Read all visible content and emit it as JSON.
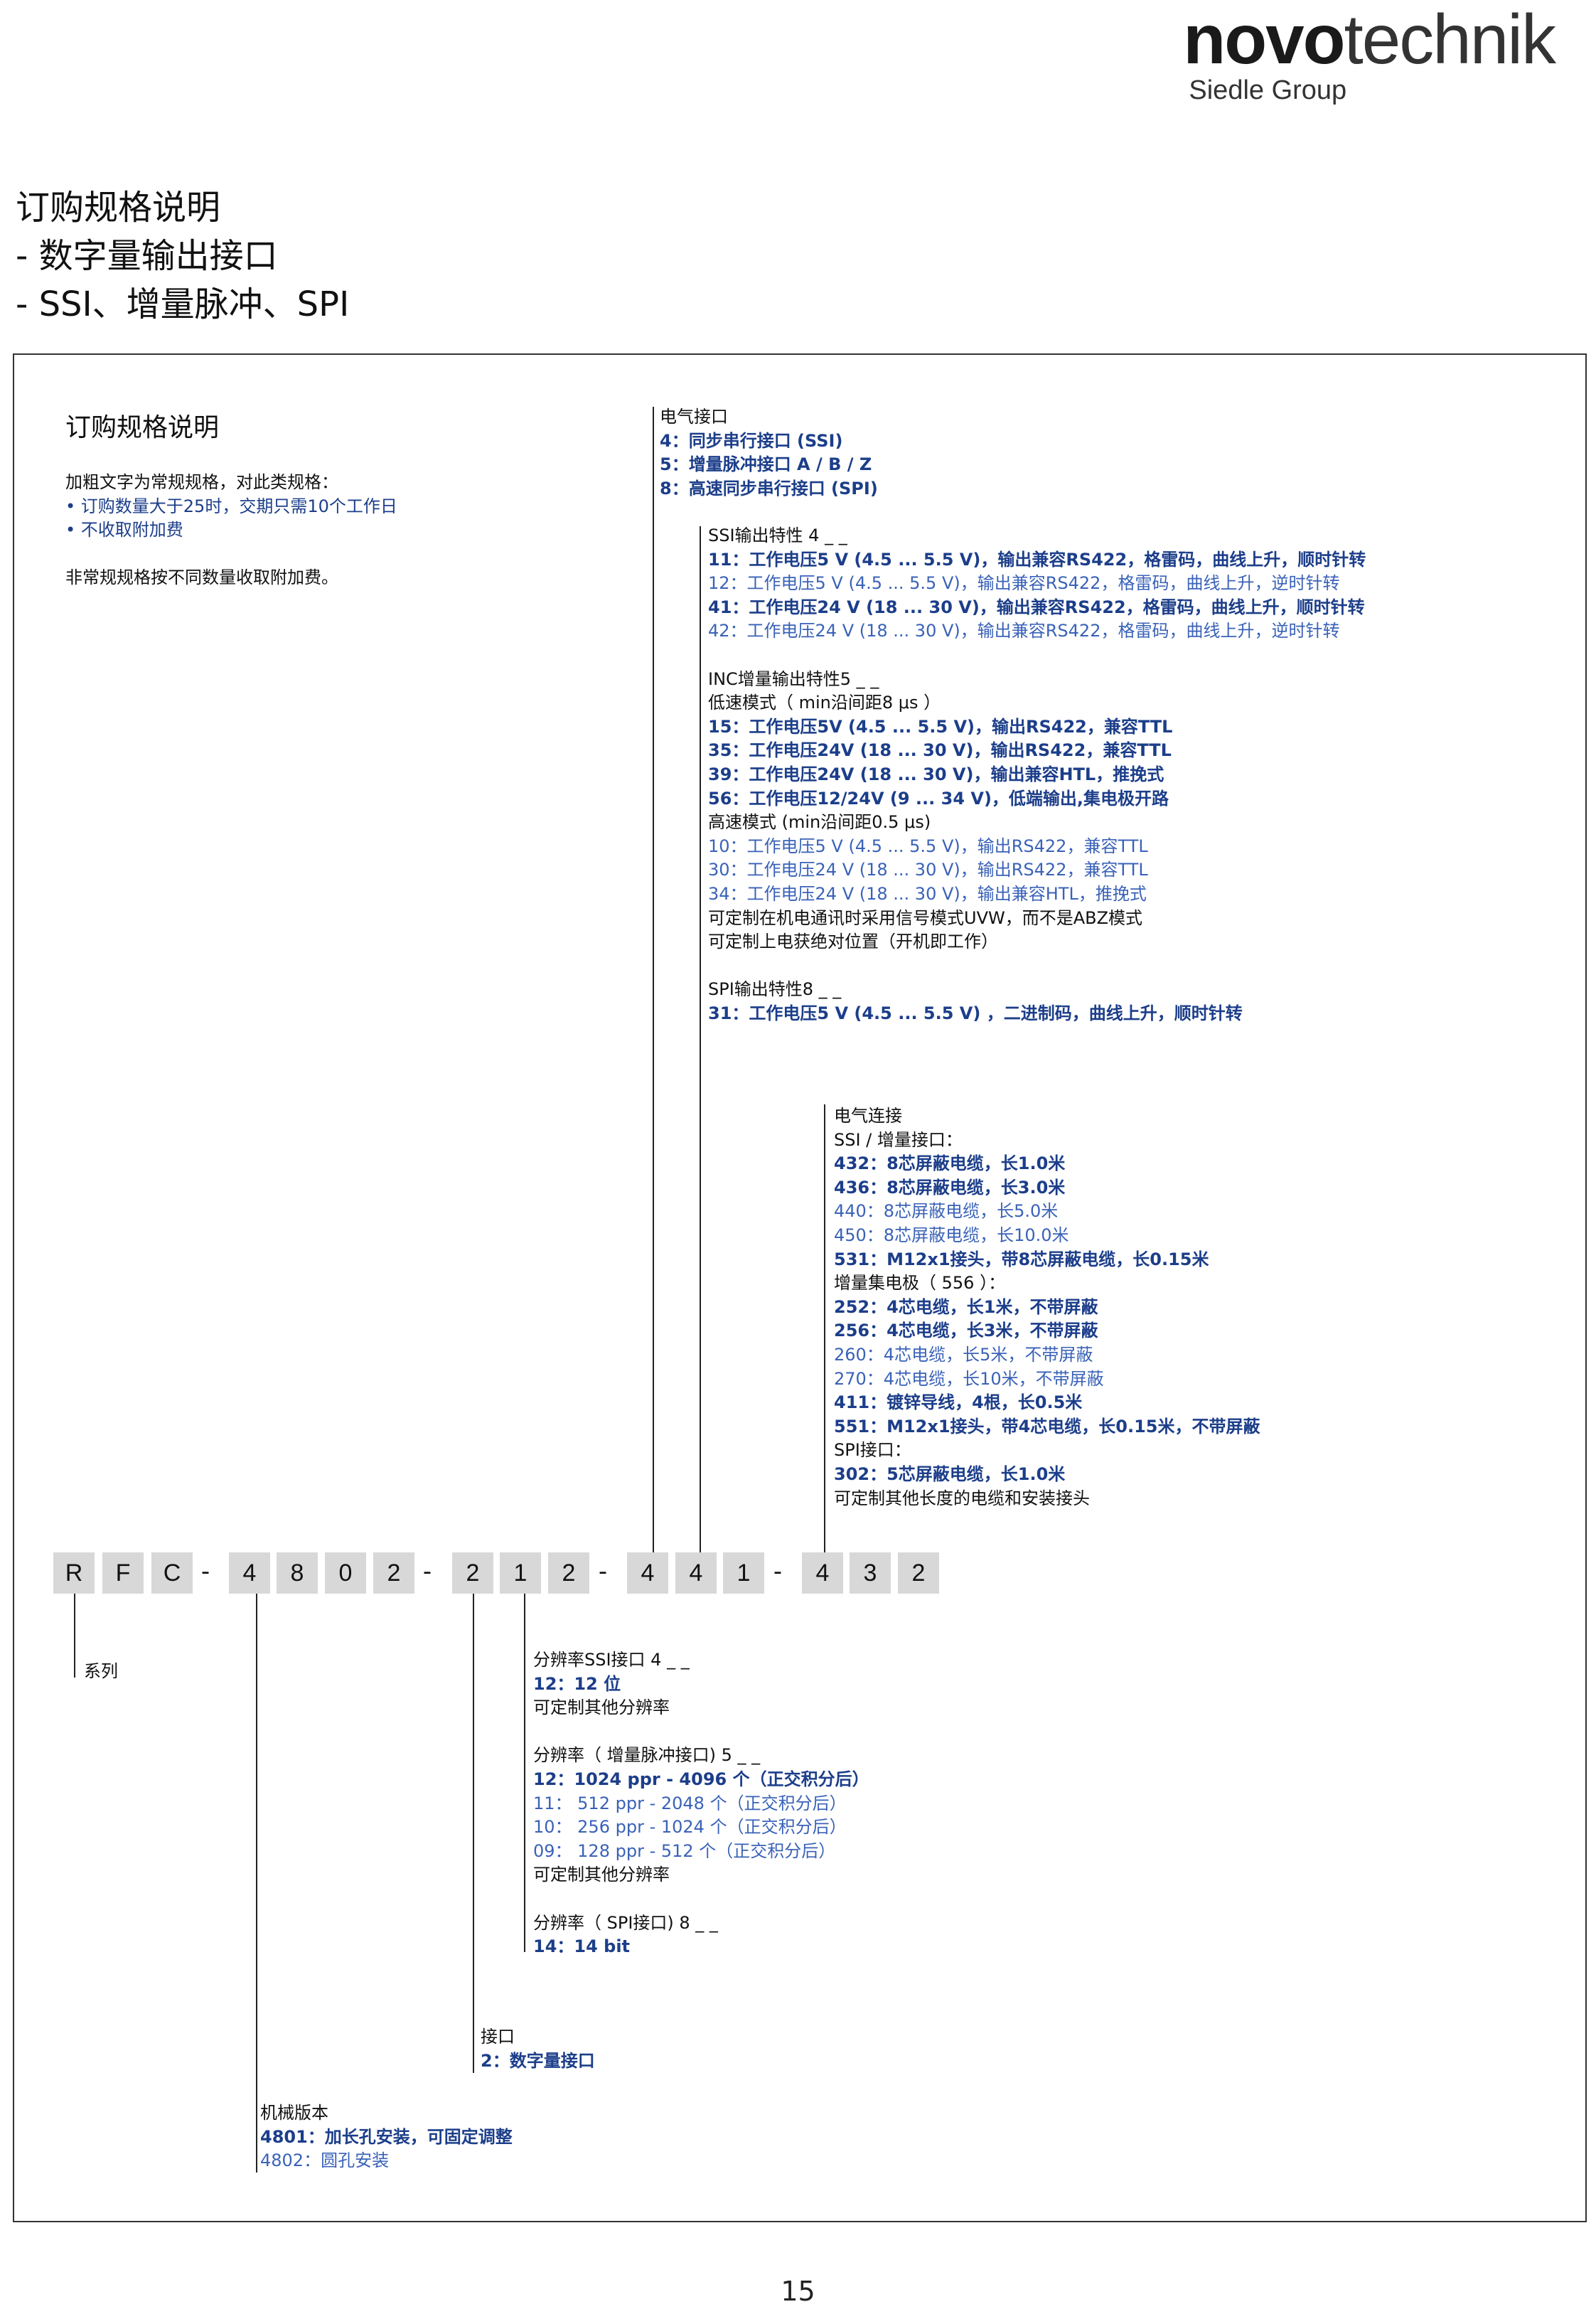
{
  "logo": {
    "bold": "novo",
    "light": "technik",
    "sub": "Siedle Group"
  },
  "page_title": [
    "订购规格说明",
    "- 数字量输出接口",
    "- SSI、增量脉冲、SPI"
  ],
  "intro": {
    "heading": "订购规格说明",
    "line1": "加粗文字为常规规格，对此类规格：",
    "bullet1": "•  订购数量大于25时，交期只需10个工作日",
    "bullet2": "•  不收取附加费",
    "line2": "非常规规格按不同数量收取附加费。"
  },
  "electrical_interface": {
    "title": "电气接口",
    "items": [
      "4：同步串行接口 (SSI)",
      "5：增量脉冲接口 A / B / Z",
      "8：高速同步串行接口 (SPI)"
    ]
  },
  "ssi_output": {
    "title": "SSI输出特性 4 _ _",
    "items": [
      "11：工作电压5 V (4.5 ... 5.5 V)，输出兼容RS422，格雷码，曲线上升，顺时针转",
      "12：工作电压5 V (4.5 ... 5.5 V)，输出兼容RS422，格雷码，曲线上升，逆时针转",
      "41：工作电压24 V (18 ... 30 V)，输出兼容RS422，格雷码，曲线上升，顺时针转",
      "42：工作电压24 V (18 ... 30 V)，输出兼容RS422，格雷码，曲线上升，逆时针转"
    ]
  },
  "inc_output": {
    "title": "INC增量输出特性5 _ _",
    "low_title": "低速模式（ min沿间距8 μs ）",
    "low_items": [
      "15：工作电压5V (4.5 ... 5.5 V)，输出RS422，兼容TTL",
      "35：工作电压24V (18 ... 30 V)，输出RS422，兼容TTL",
      "39：工作电压24V (18 ... 30 V)，输出兼容HTL，推挽式",
      "56：工作电压12/24V (9 ... 34 V)，低端输出,集电极开路"
    ],
    "high_title": "高速模式 (min沿间距0.5 μs)",
    "high_items": [
      "10：工作电压5 V (4.5 ... 5.5 V)，输出RS422，兼容TTL",
      "30：工作电压24 V (18 ... 30 V)，输出RS422，兼容TTL",
      "34：工作电压24 V (18 ... 30 V)，输出兼容HTL，推挽式"
    ],
    "note1": "可定制在机电通讯时采用信号模式UVW，而不是ABZ模式",
    "note2": "可定制上电获绝对位置（开机即工作）"
  },
  "spi_output": {
    "title": "SPI输出特性8 _ _",
    "items": [
      "31：工作电压5 V (4.5 ... 5.5 V) ，二进制码，曲线上升，顺时针转"
    ]
  },
  "electrical_connection": {
    "title": "电气连接",
    "ssi_title": "SSI / 增量接口：",
    "ssi_items": [
      "432：8芯屏蔽电缆，长1.0米",
      "436：8芯屏蔽电缆，长3.0米",
      "440：8芯屏蔽电缆，长5.0米",
      "450：8芯屏蔽电缆，长10.0米",
      "531：M12x1接头，带8芯屏蔽电缆，长0.15米"
    ],
    "oc_title": "增量集电极（ 556 ）：",
    "oc_items": [
      "252：4芯电缆，长1米，不带屏蔽",
      "256：4芯电缆，长3米，不带屏蔽",
      "260：4芯电缆，长5米，不带屏蔽",
      "270：4芯电缆，长10米，不带屏蔽",
      "411：镀锌导线，4根，长0.5米",
      "551：M12x1接头，带4芯电缆，长0.15米，不带屏蔽"
    ],
    "spi_title": "SPI接口：",
    "spi_items": [
      "302：5芯屏蔽电缆，长1.0米"
    ],
    "note": "可定制其他长度的电缆和安装接头"
  },
  "code": {
    "chars": [
      "R",
      "F",
      "C",
      "4",
      "8",
      "0",
      "2",
      "2",
      "1",
      "2",
      "4",
      "4",
      "1",
      "4",
      "3",
      "2"
    ],
    "dash": "-"
  },
  "series": {
    "label": "系列"
  },
  "resolution": {
    "ssi_title": "分辨率SSI接口 4 _ _",
    "ssi_items": [
      "12：12 位"
    ],
    "ssi_note": "可定制其他分辨率",
    "inc_title": "分辨率（ 增量脉冲接口) 5 _ _",
    "inc_items": [
      "12：1024 ppr - 4096 个（正交积分后）",
      "11：   512 ppr - 2048 个（正交积分后）",
      "10：   256 ppr - 1024 个（正交积分后）",
      "09：   128 ppr -   512 个（正交积分后）"
    ],
    "inc_note": "可定制其他分辨率",
    "spi_title": "分辨率（ SPI接口) 8 _ _",
    "spi_items": [
      "14：14 bit"
    ]
  },
  "interface": {
    "title": "接口",
    "items": [
      "2：数字量接口"
    ]
  },
  "mechanical": {
    "title": "机械版本",
    "items": [
      "4801：加长孔安装，可固定调整",
      "4802：圆孔安装"
    ]
  },
  "page_number": "15"
}
